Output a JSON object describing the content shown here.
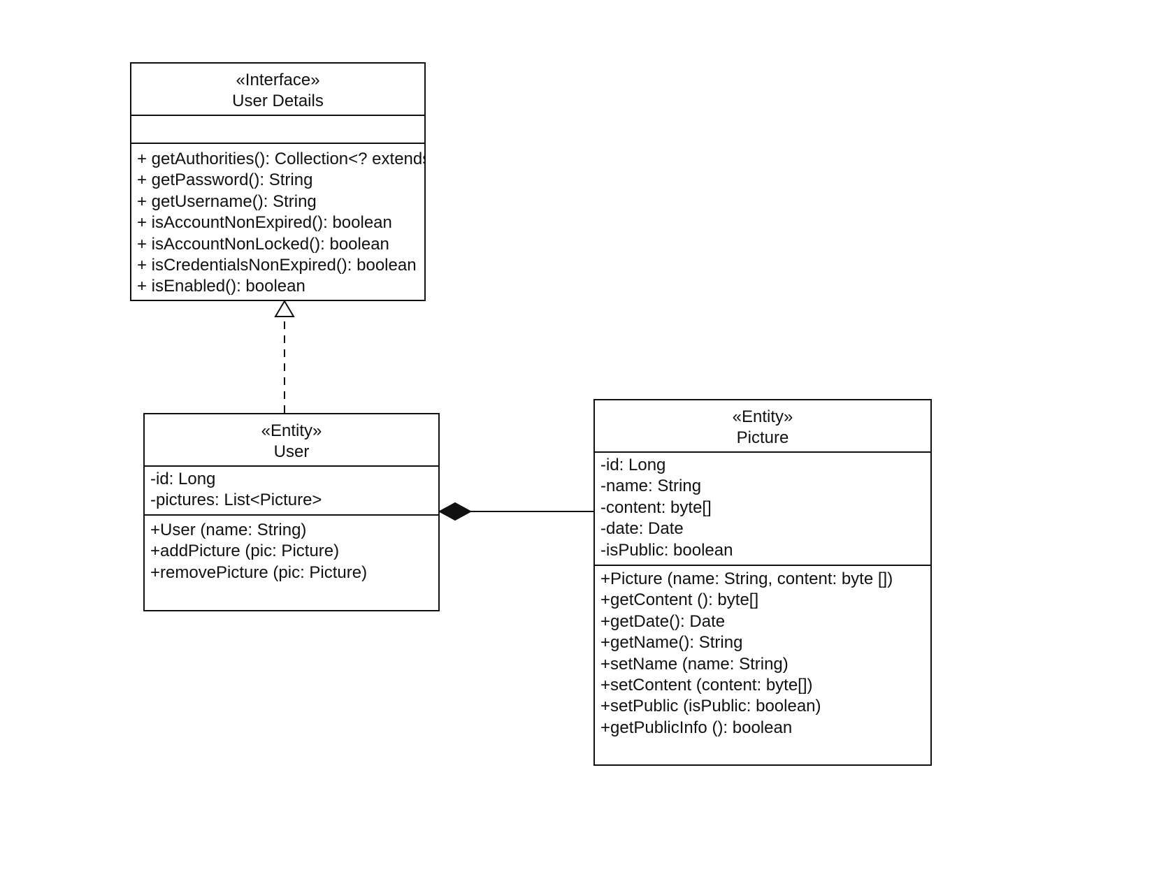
{
  "classes": {
    "user_details": {
      "stereotype": "«Interface»",
      "name": "User Details",
      "attributes": [],
      "methods": [
        "+ getAuthorities(): Collection<? extends GrantedAuthority>",
        "+ getPassword(): String",
        "+ getUsername(): String",
        "+ isAccountNonExpired(): boolean",
        "+ isAccountNonLocked(): boolean",
        "+ isCredentialsNonExpired(): boolean",
        "+ isEnabled(): boolean"
      ]
    },
    "user": {
      "stereotype": "«Entity»",
      "name": "User",
      "attributes": [
        "-id: Long",
        "-pictures: List<Picture>"
      ],
      "methods": [
        "+User (name: String)",
        "+addPicture (pic: Picture)",
        "+removePicture (pic: Picture)"
      ]
    },
    "picture": {
      "stereotype": "«Entity»",
      "name": "Picture",
      "attributes": [
        "-id: Long",
        "-name: String",
        "-content: byte[]",
        "-date: Date",
        "-isPublic: boolean"
      ],
      "methods": [
        "+Picture (name: String, content: byte [])",
        "+getContent (): byte[]",
        "+getDate(): Date",
        "+getName(): String",
        "+setName (name: String)",
        "+setContent (content: byte[])",
        "+setPublic (isPublic: boolean)",
        "+getPublicInfo (): boolean"
      ]
    }
  },
  "relationships": [
    {
      "type": "realization",
      "from": "User",
      "to": "User Details"
    },
    {
      "type": "composition",
      "whole": "User",
      "part": "Picture"
    }
  ],
  "colors": {
    "line": "#111111",
    "background": "#ffffff"
  }
}
